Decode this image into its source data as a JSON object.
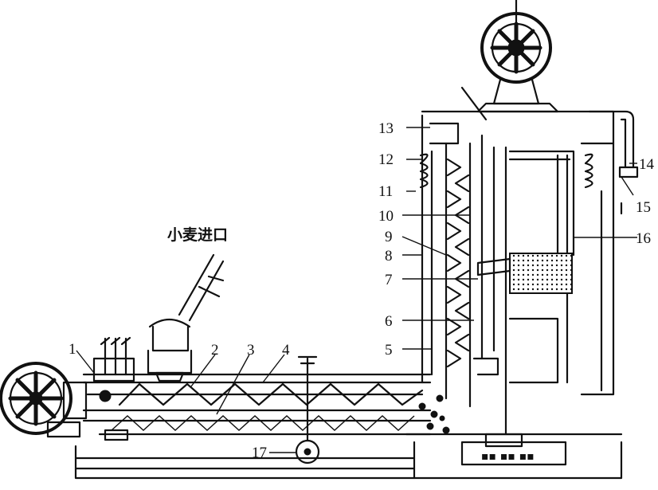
{
  "diagram": {
    "inlet_label": "小麦进口",
    "part_labels": [
      "1",
      "2",
      "3",
      "4",
      "5",
      "6",
      "7",
      "8",
      "9",
      "10",
      "11",
      "12",
      "13",
      "14",
      "15",
      "16",
      "17"
    ],
    "colors": {
      "ink": "#111111",
      "paper": "#ffffff"
    }
  }
}
